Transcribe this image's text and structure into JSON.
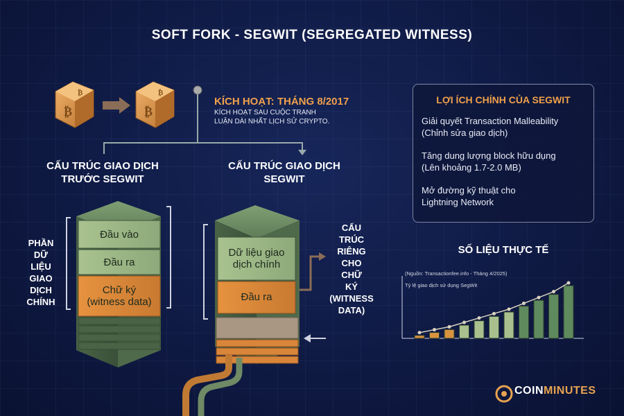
{
  "title": "SOFT FORK - SEGWIT (SEGREGATED WITNESS)",
  "activation": {
    "title": "KÍCH HOẠT: THÁNG 8/2017",
    "desc_lines": [
      "KÍCH HOẠT SAU CUỘC TRANH",
      "LUẬN DÀI NHẤT LỊCH SỬ CRYPTO."
    ]
  },
  "before": {
    "heading_lines": [
      "CẤU TRÚC GIAO DỊCH",
      "TRƯỚC SEGWIT"
    ],
    "side_label_lines": [
      "PHẦN",
      "DỮ",
      "LIỆU",
      "GIAO",
      "DỊCH",
      "CHÍNH"
    ],
    "input": "Đầu vào",
    "output": "Đầu ra",
    "signature_lines": [
      "Chữ ký",
      "(witness data)"
    ]
  },
  "segwit": {
    "heading_lines": [
      "CẤU TRÚC GIAO DỊCH",
      "SEGWIT"
    ],
    "main_lines": [
      "Dữ liệu giao",
      "dịch chính"
    ],
    "output": "Đầu ra",
    "side_label_lines": [
      "CẤU",
      "TRÚC",
      "RIÊNG",
      "CHO",
      "CHỮ",
      "KÝ",
      "(WITNESS",
      "DATA)"
    ]
  },
  "benefits": {
    "title": "LỢI ÍCH CHÍNH CỦA SEGWIT",
    "items": [
      [
        "Giải quyết Transaction Malleability",
        "(Chỉnh sửa giao dịch)"
      ],
      [
        "Tăng dung lượng block hữu dụng",
        "(Lên khoảng 1.7-2.0 MB)"
      ],
      [
        "Mở đường kỹ thuật cho",
        "Lightning Network"
      ]
    ]
  },
  "stats": {
    "title": "SỐ LIỆU THỰC TẾ",
    "source": "(Nguồn: Transactionfee.info - Tháng 4/2025)",
    "chart_data": {
      "type": "bar",
      "ylabel": "Tỷ lệ giao dịch sử dụng SegWit",
      "values": [
        2,
        4,
        6,
        9,
        12,
        15,
        18,
        22,
        26,
        30,
        36
      ],
      "trend": true,
      "colors": [
        "#d8933f",
        "#a9c08e",
        "#5f8a5e"
      ]
    }
  },
  "brand": {
    "coin": "COIN",
    "minutes": "MINUTES"
  },
  "colors": {
    "accent": "#f0a04a",
    "green": "#7a9c6f",
    "orange": "#d9863a",
    "bg": "#0f1a44"
  }
}
